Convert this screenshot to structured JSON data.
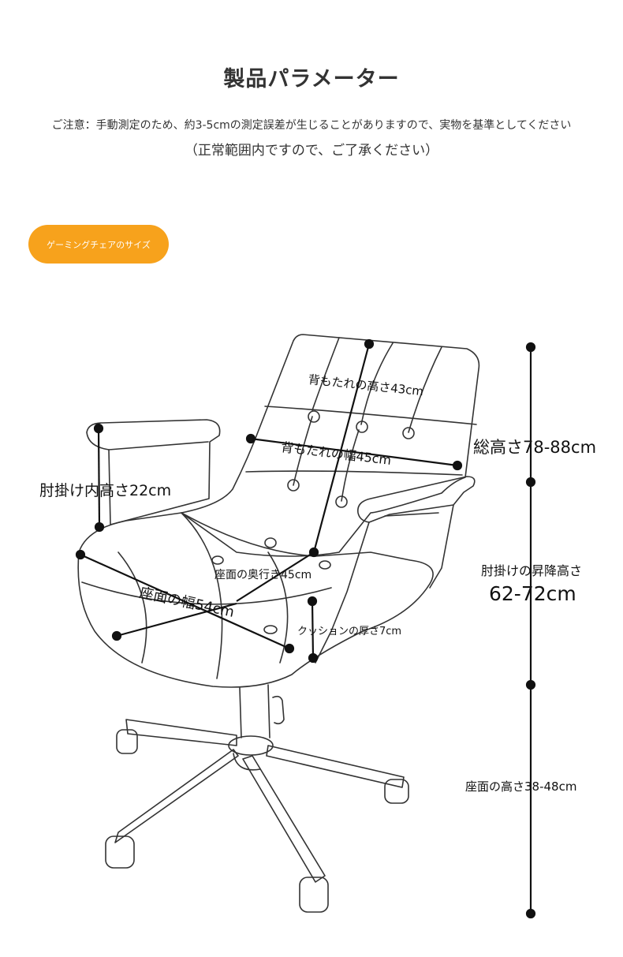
{
  "header": {
    "title": "製品パラメーター",
    "note_line1": "ご注意：手動測定のため、約3-5cmの測定誤差が生じることがありますので、実物を基準としてください",
    "note_line2": "（正常範囲内ですので、ご了承ください）"
  },
  "section_badge": "ゲーミングチェアのサイズ",
  "dimensions": {
    "backrest_height": "背もたれの高さ43cm",
    "backrest_width": "背もたれの幅45cm",
    "total_height": "総高さ78-88cm",
    "armrest_inner_height": "肘掛け内高さ22cm",
    "armrest_lift_label": "肘掛けの昇降高さ",
    "armrest_lift_value": "62-72cm",
    "seat_depth": "座面の奥行き45cm",
    "seat_width": "座面の幅54cm",
    "cushion_thickness": "クッションの厚さ7cm",
    "seat_height": "座面の高さ38-48cm"
  },
  "colors": {
    "badge": "#f7a21c",
    "line": "#111111",
    "outline": "#333333"
  }
}
